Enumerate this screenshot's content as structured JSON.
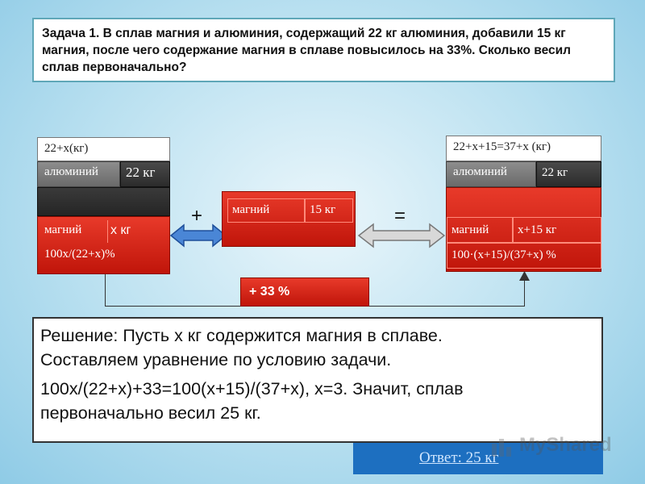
{
  "task": {
    "text": "Задача 1.  В сплав магния и алюминия, содержащий 22 кг алюминия, добавили 15 кг магния, после чего содержание магния в сплаве повысилось на 33%. Сколько весил сплав первоначально?"
  },
  "left_block": {
    "caption": "22+х(кг)",
    "aluminum_label": "алюминий",
    "aluminum_value": "22 кг",
    "magnesium_label": "магний",
    "magnesium_value": "х кг",
    "percent": "100х/(22+х)%"
  },
  "middle_block": {
    "magnesium_label": "магний",
    "magnesium_value": "15 кг"
  },
  "right_block": {
    "caption": "22+х+15=37+х (кг)",
    "aluminum_label": "алюминий",
    "aluminum_value": "22 кг",
    "magnesium_label": "магний",
    "magnesium_value": "х+15 кг",
    "percent": "100·(х+15)/(37+х) %"
  },
  "operators": {
    "plus": "+",
    "equals": "="
  },
  "increase": "+ 33 %",
  "solution": {
    "line1": "Решение:   Пусть х кг содержится  магния в сплаве.",
    "line2": "Составляем уравнение по условию задачи.",
    "line3": "100х/(22+х)+33=100(х+15)/(37+х),      х=3. Значит, сплав",
    "line4": "первоначально весил 25 кг."
  },
  "answer": "Ответ: 25 кг",
  "watermark": "MyShared"
}
